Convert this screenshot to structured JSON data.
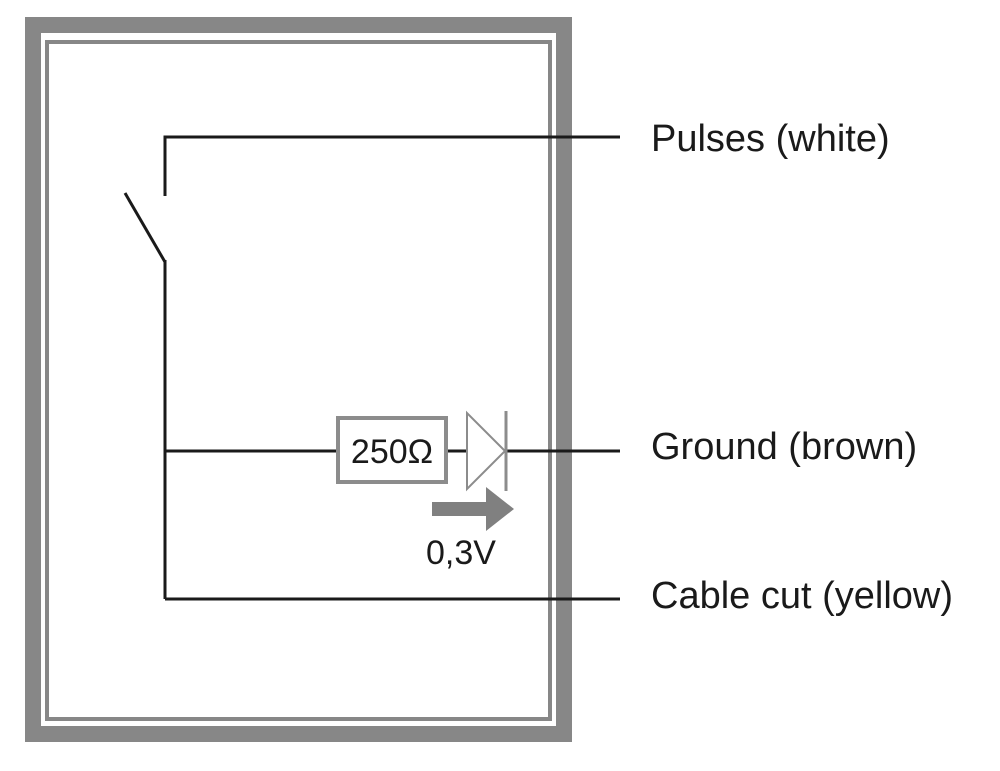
{
  "labels": {
    "pulses": "Pulses (white)",
    "ground": "Ground (brown)",
    "cable_cut": "Cable cut (yellow)"
  },
  "resistor": {
    "value": "250Ω"
  },
  "voltage_drop": {
    "value": "0,3V"
  },
  "colors": {
    "housing_frame": "#878787",
    "wire": "#1a1a1a",
    "component_outline": "#8c8c8c",
    "arrow": "#808080"
  }
}
